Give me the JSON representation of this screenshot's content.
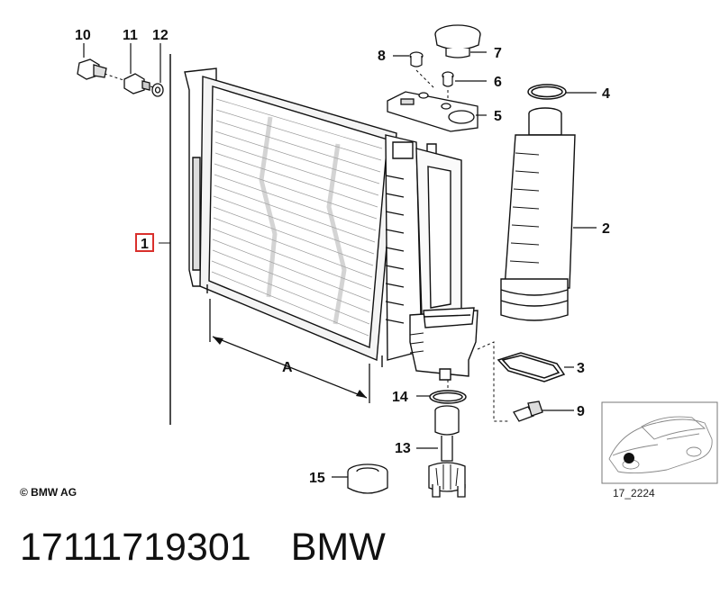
{
  "callouts": {
    "c1": "1",
    "c2": "2",
    "c3": "3",
    "c4": "4",
    "c5": "5",
    "c6": "6",
    "c7": "7",
    "c8": "8",
    "c9": "9",
    "c10": "10",
    "c11": "11",
    "c12": "12",
    "c13": "13",
    "c14": "14",
    "c15": "15"
  },
  "dimension_label": "A",
  "inset_code": "17_2224",
  "copyright": "© BMW AG",
  "part_number": "17111719301",
  "brand": "BMW",
  "colors": {
    "highlight_box": "#d9302c",
    "ink": "#111111"
  }
}
